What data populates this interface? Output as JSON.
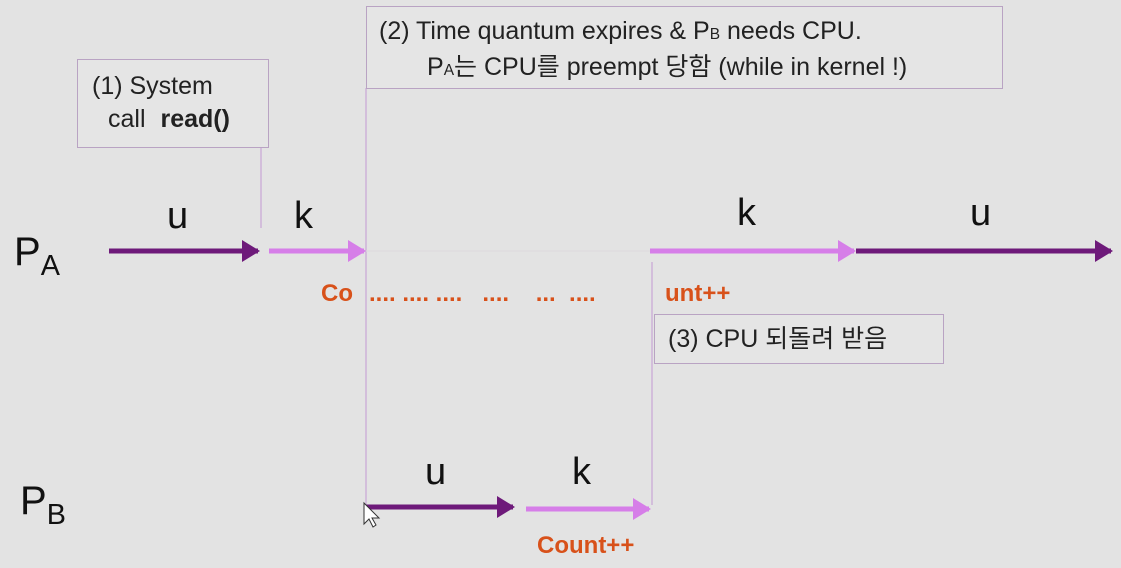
{
  "process_a": {
    "letter": "P",
    "subscript": "A"
  },
  "process_b": {
    "letter": "P",
    "subscript": "B"
  },
  "callout_1": {
    "line1": "(1) System",
    "line2_prefix": "call",
    "line2_bold": "read()"
  },
  "callout_2": {
    "line1_text": "(2) Time quantum expires & P",
    "line1_sub": "B",
    "line1_tail": " needs CPU.",
    "line2_letter": "P",
    "line2_sub": "A",
    "line2_text": "는 CPU를 preempt 당함 (while in kernel !)"
  },
  "callout_3": {
    "text": "(3) CPU 되돌려 받음"
  },
  "labels": {
    "a_u1": "u",
    "a_k1": "k",
    "a_k2": "k",
    "a_u2": "u",
    "b_u": "u",
    "b_k": "k"
  },
  "count_a": {
    "start": "Co",
    "dots": ".... .... ....   ....    ...  ....",
    "end": "unt++"
  },
  "count_b": {
    "text": "Count++"
  },
  "colors": {
    "user_mode": "#6e1a7a",
    "kernel_mode": "#d67ee8",
    "counter": "#d8511a",
    "guide": "#c9a7d6"
  }
}
